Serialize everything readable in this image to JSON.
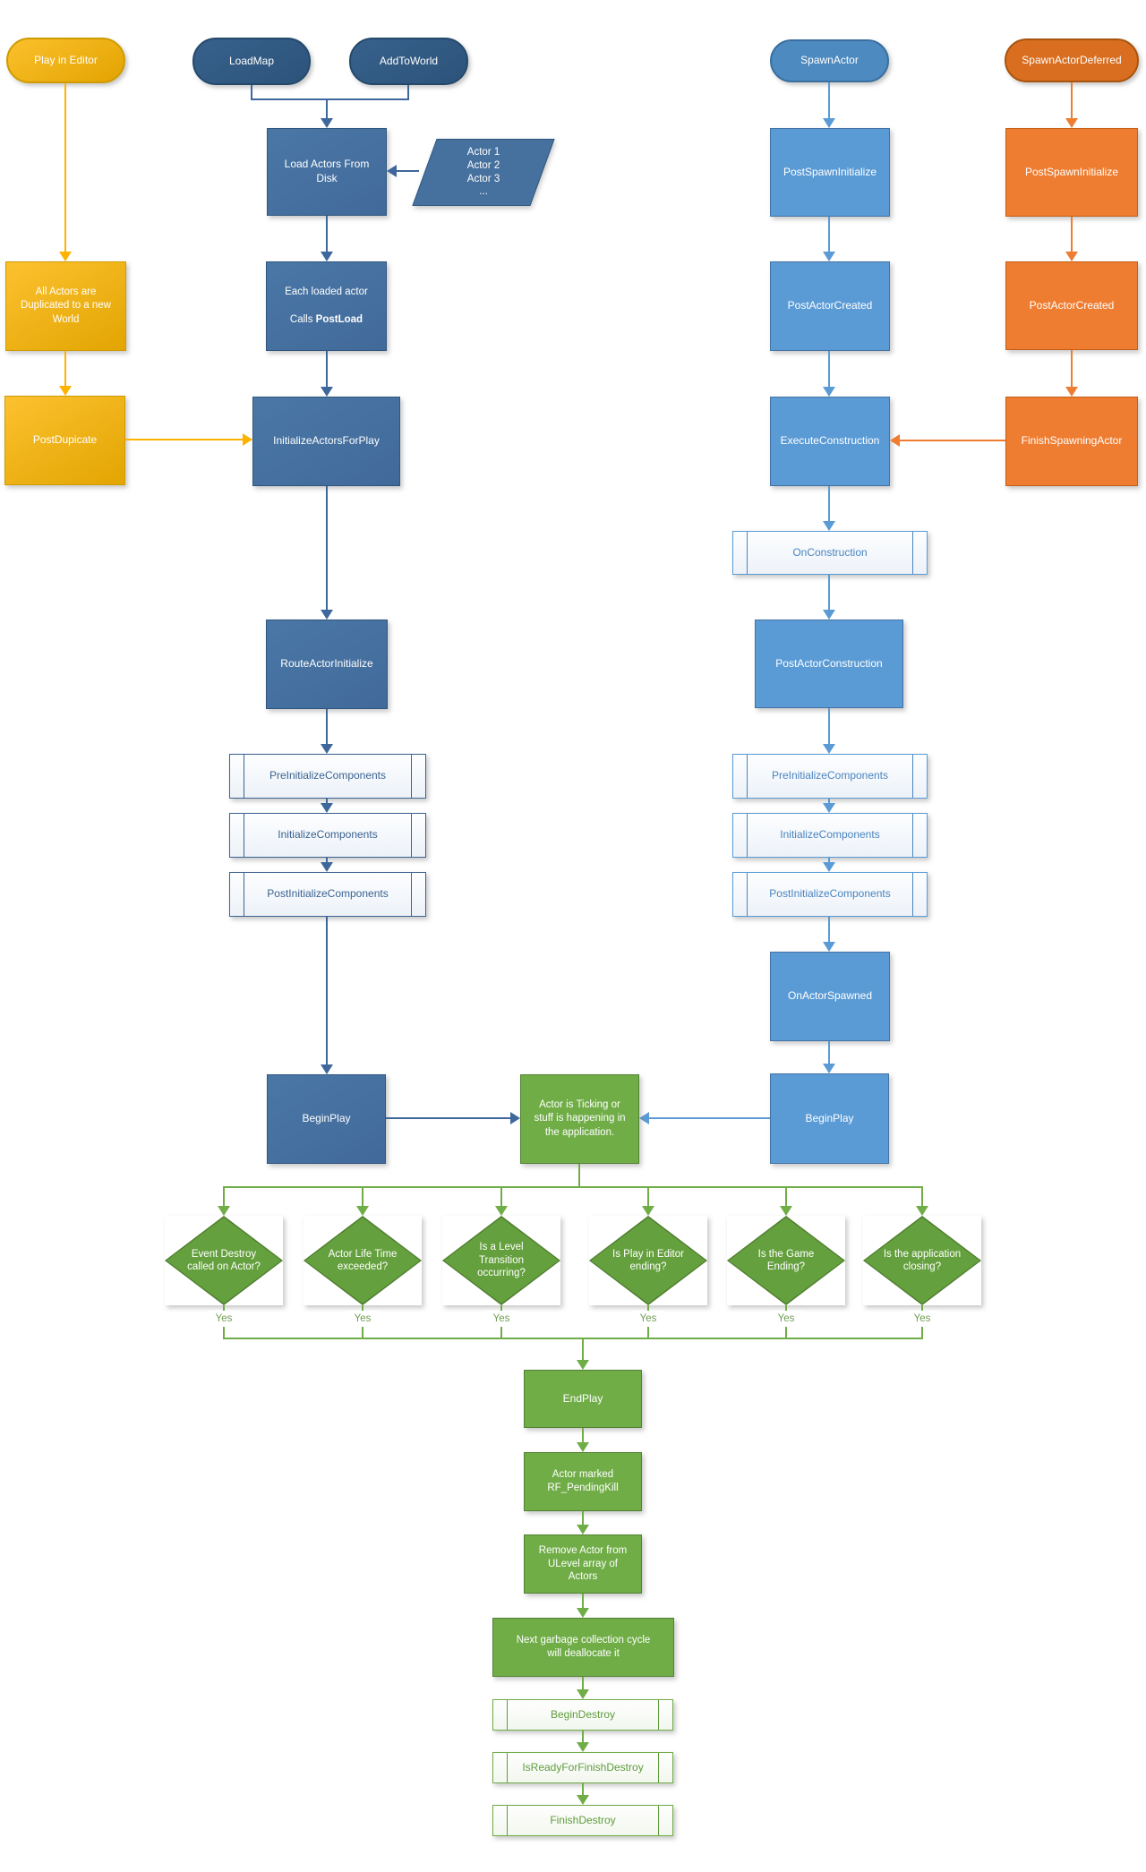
{
  "colors": {
    "editor_accent": "#E8A702",
    "load_accent": "#44709E",
    "spawn_accent": "#5B9BD5",
    "deferred_accent": "#ED7D31",
    "lifecycle_accent": "#70AD47"
  },
  "editor_flow": {
    "play_in_editor": "Play in Editor",
    "all_actors_duplicated": "All Actors are\nDuplicated to a new\nWorld",
    "post_duplicate": "PostDupicate"
  },
  "load_flow": {
    "load_map": "LoadMap",
    "add_to_world": "AddToWorld",
    "load_actors_from_disk": "Load Actors From\nDisk",
    "actor_list": "Actor 1\nActor 2\nActor 3\n...",
    "each_loaded_actor_line1": "Each loaded actor",
    "each_loaded_actor_line2": "Calls ",
    "each_loaded_actor_bold": "PostLoad",
    "initialize_actors_for_play": "InitializeActorsForPlay",
    "route_actor_initialize": "RouteActorInitialize",
    "pre_initialize_components": "PreInitializeComponents",
    "initialize_components": "InitializeComponents",
    "post_initialize_components": "PostInitializeComponents",
    "begin_play": "BeginPlay"
  },
  "spawn_flow": {
    "spawn_actor": "SpawnActor",
    "post_spawn_initialize": "PostSpawnInitialize",
    "post_actor_created": "PostActorCreated",
    "execute_construction": "ExecuteConstruction",
    "on_construction": "OnConstruction",
    "post_actor_construction": "PostActorConstruction",
    "pre_initialize_components": "PreInitializeComponents",
    "initialize_components": "InitializeComponents",
    "post_initialize_components": "PostInitializeComponents",
    "on_actor_spawned": "OnActorSpawned",
    "begin_play": "BeginPlay"
  },
  "deferred_flow": {
    "spawn_actor_deferred": "SpawnActorDeferred",
    "post_spawn_initialize": "PostSpawnInitialize",
    "post_actor_created": "PostActorCreated",
    "finish_spawning_actor": "FinishSpawningActor"
  },
  "runtime": {
    "ticking_note": "Actor is Ticking or\nstuff is happening in\nthe application."
  },
  "decisions": {
    "items": [
      {
        "label": "Event Destroy\ncalled on Actor?",
        "answer": "Yes"
      },
      {
        "label": "Actor Life Time\nexceeded?",
        "answer": "Yes"
      },
      {
        "label": "Is a Level\nTransition\noccurring?",
        "answer": "Yes"
      },
      {
        "label": "Is Play in Editor\nending?",
        "answer": "Yes"
      },
      {
        "label": "Is the Game\nEnding?",
        "answer": "Yes"
      },
      {
        "label": "Is the application\nclosing?",
        "answer": "Yes"
      }
    ]
  },
  "destroy_flow": {
    "end_play": "EndPlay",
    "actor_marked_pending_kill": "Actor marked\nRF_PendingKill",
    "remove_actor": "Remove Actor from\nULevel array of\nActors",
    "garbage_collection": "Next garbage collection cycle\nwill deallocate it",
    "begin_destroy": "BeginDestroy",
    "is_ready_for_finish_destroy": "IsReadyForFinishDestroy",
    "finish_destroy": "FinishDestroy"
  }
}
